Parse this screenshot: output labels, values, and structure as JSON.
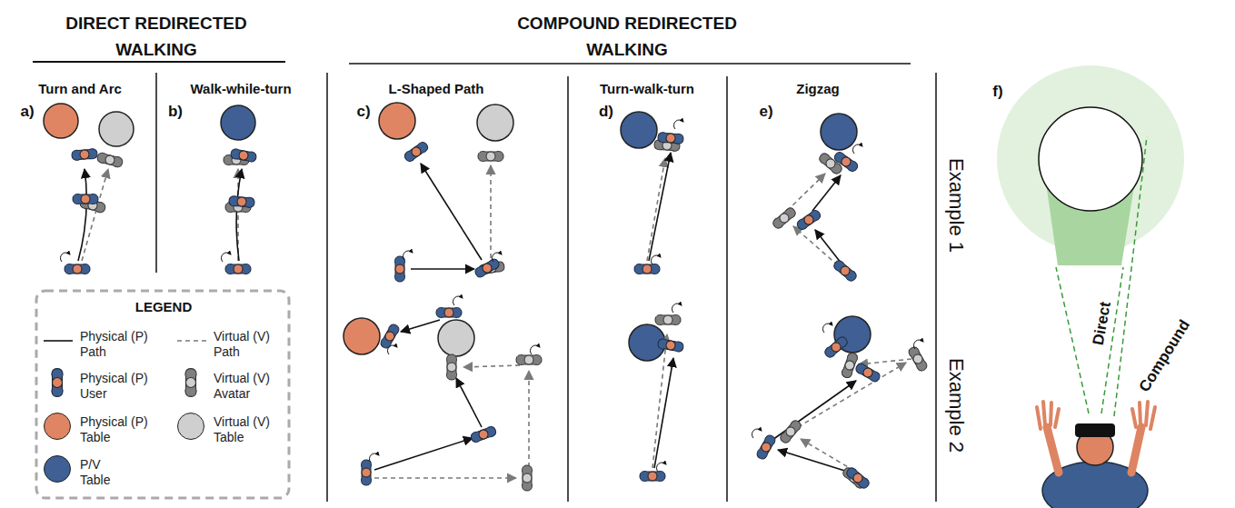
{
  "diagram": {
    "labels": [
      "DIRECT REDIRECTED WALKING",
      "COMPOUND REDIRECTED WALKING",
      "Turn and Arc",
      "Walk-while-turn",
      "L-Shaped Path",
      "Turn-walk-turn",
      "Zigzag",
      "a)",
      "b)",
      "c)",
      "d)",
      "e)",
      "f)",
      "Example 1",
      "Example 2",
      "LEGEND",
      "Direct",
      "Compound"
    ],
    "legend": [
      {
        "text": "Physical (P) Path"
      },
      {
        "text": "Virtual (V) Path"
      },
      {
        "text": "Physical (P) User"
      },
      {
        "text": "Virtual (V) Avatar"
      },
      {
        "text": "Physical (P) Table",
        "color": "#e08563"
      },
      {
        "text": "Virtual (V) Table",
        "color": "#cfcfcf"
      },
      {
        "text": "P/V Table",
        "color": "#3f5f95"
      }
    ]
  }
}
